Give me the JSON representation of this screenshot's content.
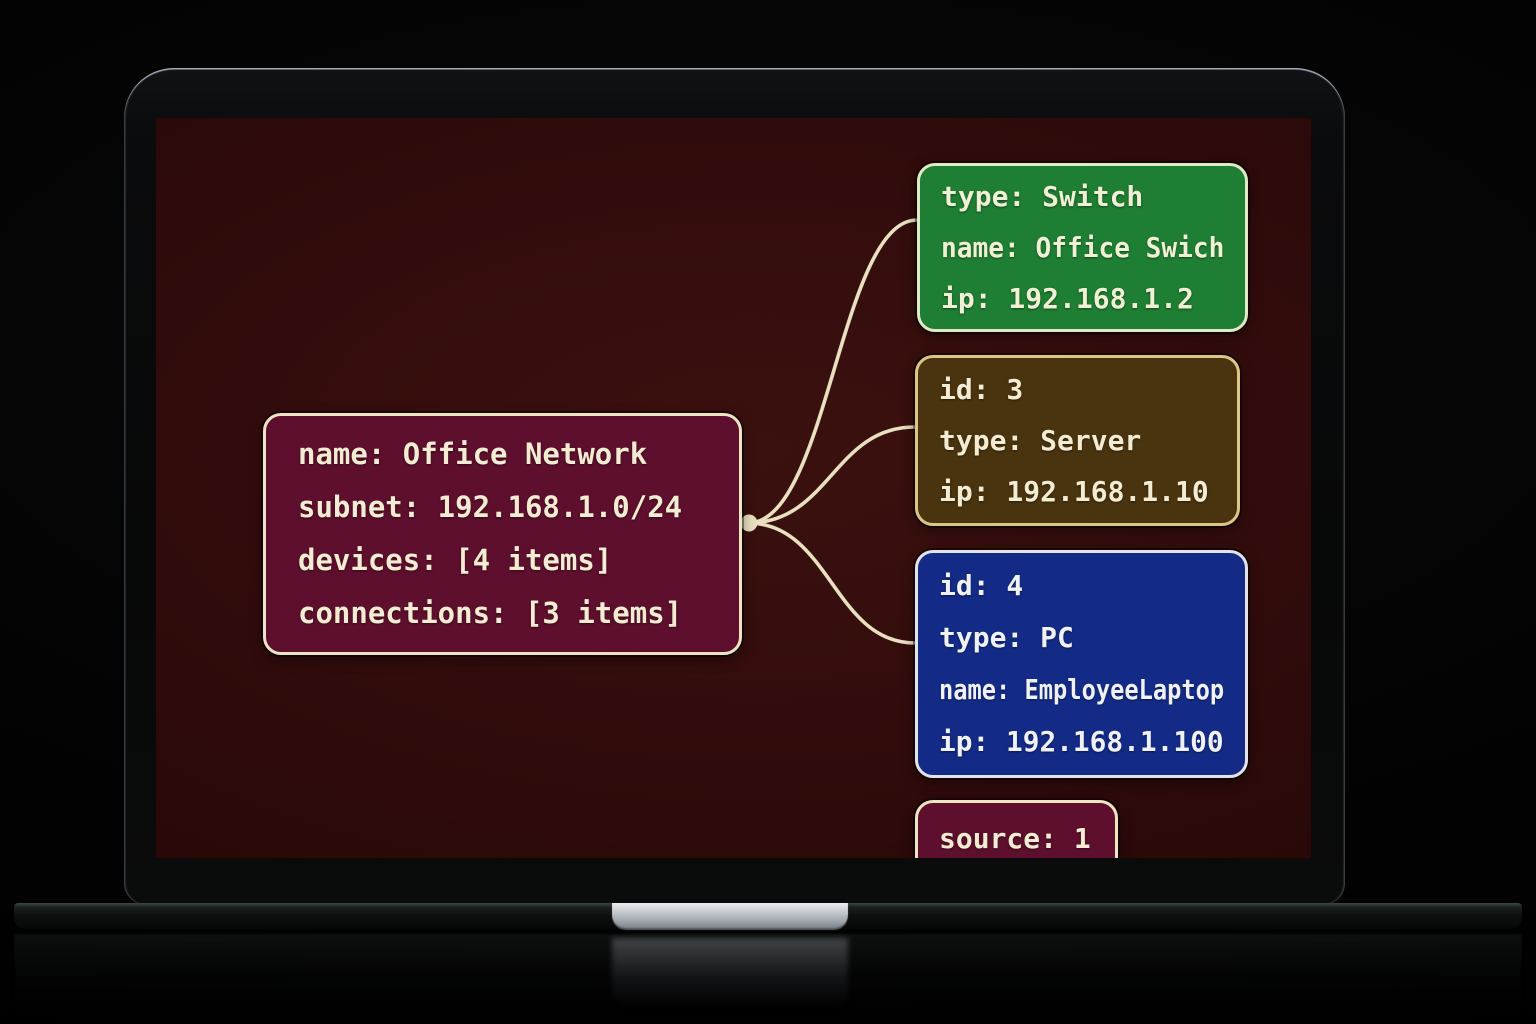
{
  "diagram": {
    "connector_color": "#e9e0bf",
    "nodes": {
      "network": {
        "fill": "#5d0f2d",
        "border": "#ede4c4",
        "text": "#f3ecd2",
        "lines": [
          "name: Office Network",
          "subnet: 192.168.1.0/24",
          "devices: [4 items]",
          "connections: [3 items]"
        ]
      },
      "switch": {
        "fill": "#1e7e33",
        "border": "#e1eac6",
        "text": "#f0f0d4",
        "lines": [
          "type: Switch",
          "name: Office Swich",
          "ip: 192.168.1.2"
        ]
      },
      "server": {
        "fill": "#4a340f",
        "border": "#dcc687",
        "text": "#f3ecd2",
        "lines": [
          "id: 3",
          "type: Server",
          "ip: 192.168.1.10"
        ]
      },
      "pc": {
        "fill": "#132b87",
        "border": "#e2e4e9",
        "text": "#eff1f4",
        "lines": [
          "id: 4",
          "type: PC",
          "name: EmployeeLaptop",
          "ip: 192.168.1.100"
        ]
      },
      "connection": {
        "fill": "#5d0f2d",
        "border": "#ede4c4",
        "text": "#f3ecd2",
        "lines": [
          "source: 1"
        ]
      }
    }
  }
}
